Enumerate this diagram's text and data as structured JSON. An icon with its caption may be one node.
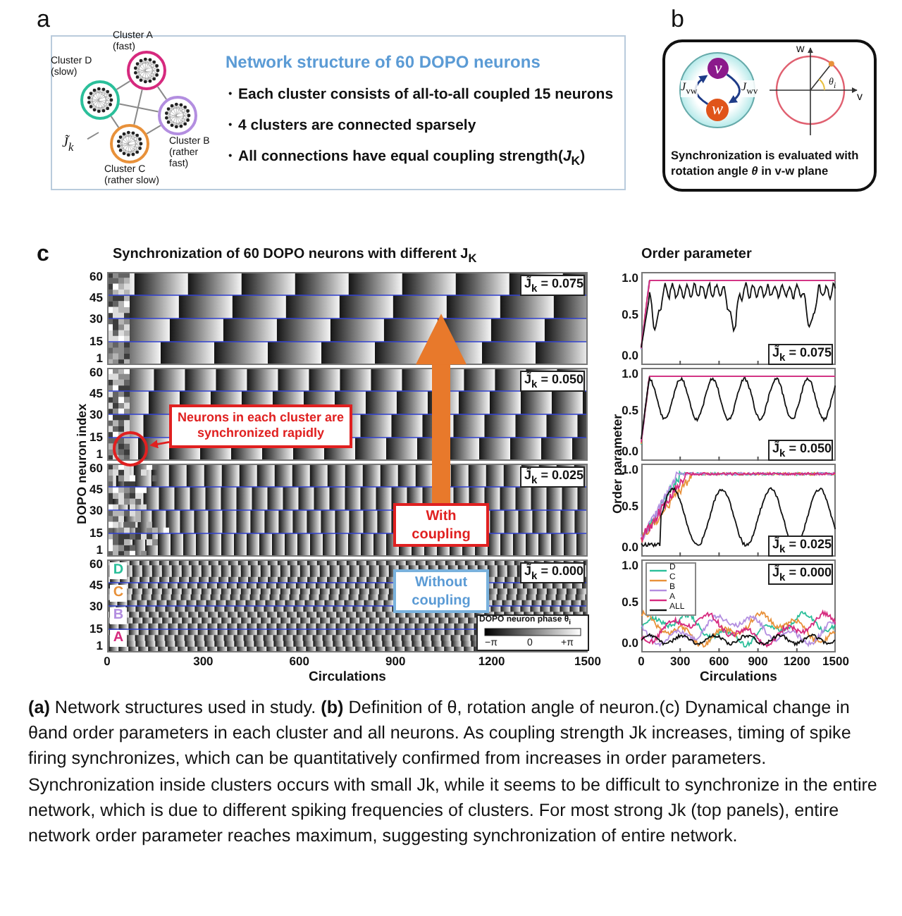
{
  "diagram": {
    "caption": "**(a)** Network structures used in study. **(b)** Definition of θ, rotation angle of neuron.(c) Dynamical change in θand order parameters in each cluster and all neurons. As coupling strength Jk increases, timing of spike firing synchronizes, which can be quantitatively confirmed from increases in order parameters. Synchronization inside clusters occurs with small Jk, while it seems to be difficult to synchronize in the entire network, which is due to different spiking frequencies of clusters. For most strong Jk (top panels), entire network order parameter reaches maximum, suggesting synchronization of entire network.",
    "nodes": [
      {
        "text": [
          "Network structure of 60 DOPO neurons",
          "・Each cluster consists of all-to-all coupled 15 neurons",
          "・4 clusters are connected sparsely",
          "・All connections have equal coupling strength(*J*$_{K}$)"
        ]
      },
      {
        "text": [],
        "shape": "circle",
        "in": 0,
        "beside": [
          "Cluster A (fast)"
        ]
      },
      {
        "text": [],
        "shape": "circle",
        "in": 0,
        "beside": [
          "Cluster D (slow)"
        ]
      },
      {
        "text": [],
        "shape": "circle",
        "in": 0,
        "beside": [
          "Cluster B (rather fast)"
        ]
      },
      {
        "text": [],
        "shape": "circle",
        "in": 0,
        "beside": [
          "Cluster C (rather slow)"
        ]
      },
      {
        "text": [
          "J̃$_{k}$"
        ],
        "in": 0
      },
      {
        "text": [
          "Synchronization is evaluated with rotation angle *θ* in v-w plane"
        ]
      },
      {
        "text": [],
        "shape": "circle",
        "in": 6
      },
      {
        "text": [
          "v"
        ],
        "in": 7
      },
      {
        "text": [
          "w"
        ],
        "in": 7
      },
      {
        "text": [],
        "shape": "circle"
      },
      {
        "text": [
          "Neurons in each cluster are synchronized rapidly"
        ]
      },
      {
        "text": [
          "With coupling"
        ]
      },
      {
        "text": [
          "Without coupling"
        ]
      }
    ],
    "edges": [
      {
        "from": 1,
        "to": 2,
        "arrow": "none"
      },
      {
        "from": 1,
        "to": 3,
        "arrow": "none"
      },
      {
        "from": 1,
        "to": 4,
        "arrow": "none"
      },
      {
        "from": 2,
        "to": 3,
        "arrow": "none"
      },
      {
        "from": 2,
        "to": 4,
        "arrow": "none"
      },
      {
        "from": 3,
        "to": 4,
        "arrow": "none"
      },
      {
        "from": 5,
        "to": null,
        "arrow": "none"
      },
      {
        "from": 9,
        "to": 8,
        "arrow": "to",
        "label": "*J*$_{vw}$",
        "color": "#1f3c88"
      },
      {
        "from": 8,
        "to": 9,
        "arrow": "to",
        "label": "*J*$_{wv}$",
        "color": "#1f3c88"
      },
      {
        "from": 11,
        "to": 10,
        "arrow": "to",
        "color": "#e02020"
      },
      {
        "from": 12,
        "to": null,
        "arrow": "to",
        "color": "#e8792b",
        "style": "thick"
      }
    ],
    "labels": [
      "a",
      "b",
      "w",
      "v",
      "θ$_{i}$",
      "c",
      "Synchronization of 60 DOPO neurons with different J$_{K}$",
      "Order parameter",
      "60",
      "45",
      "30",
      "15",
      "1",
      "J̃$_{k}$ = 0.075",
      "1.0",
      "0.5",
      "0.0",
      "J̃$_{k}$ = 0.075",
      "60",
      "45",
      "30",
      "15",
      "1",
      "J̃$_{k}$ = 0.050",
      "1.0",
      "0.5",
      "0.0",
      "J̃$_{k}$ = 0.050",
      "60",
      "45",
      "30",
      "15",
      "1",
      "J̃$_{k}$ = 0.025",
      "1.0",
      "0.5",
      "0.0",
      "J̃$_{k}$ = 0.025",
      "60",
      "45",
      "30",
      "15",
      "1",
      "J̃$_{k}$ = 0.000",
      "1.0",
      "0.5",
      "0.0",
      "J̃$_{k}$ = 0.000",
      "DOPO neuron index",
      "Order parameter",
      "D",
      "C",
      "B",
      "A",
      "DOPO neuron phase θ$_{i}$",
      "−π",
      "0",
      "+π",
      "0",
      "300",
      "600",
      "900",
      "1200",
      "1500",
      "Circulations",
      "0",
      "300",
      "600",
      "900",
      "1200",
      "1500",
      "Circulations"
    ],
    "legend": [
      {
        "text": "D"
      },
      {
        "text": "C"
      },
      {
        "text": "B"
      },
      {
        "text": "A"
      },
      {
        "text": "ALL"
      }
    ]
  }
}
